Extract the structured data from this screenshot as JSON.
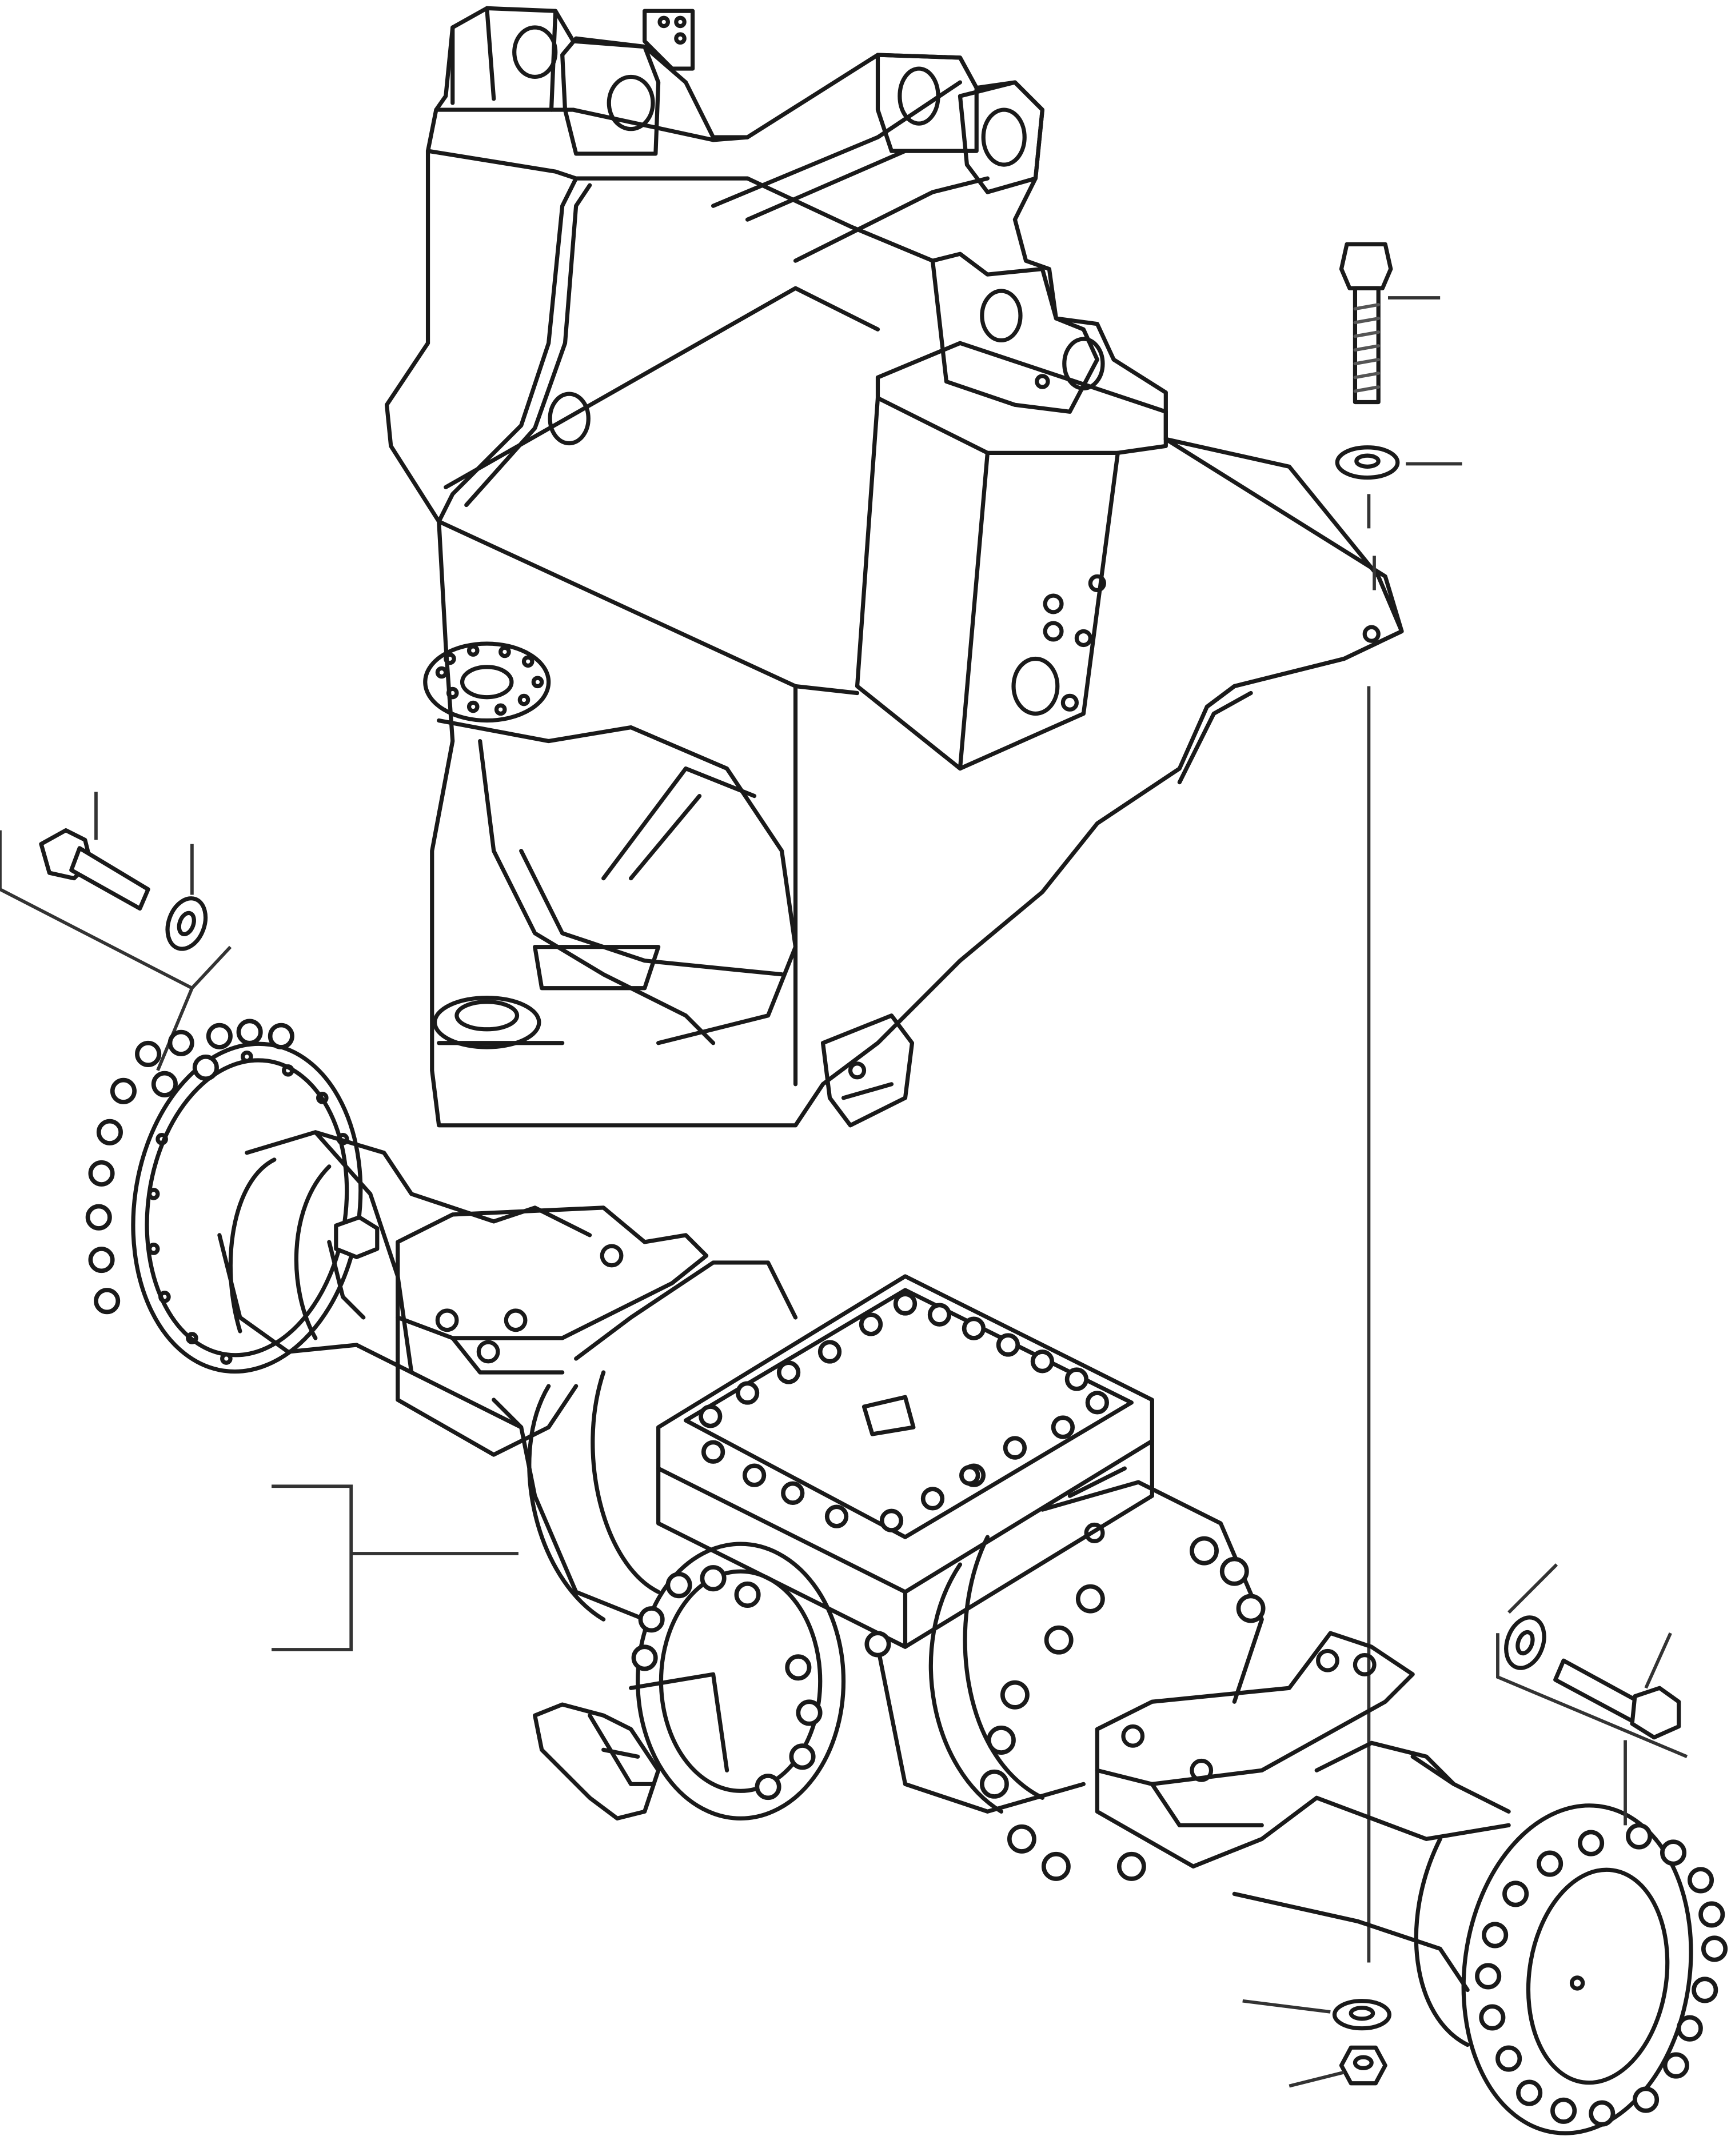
{
  "figure": {
    "type": "exploded-parts-diagram",
    "assemblies": [
      "front-chassis-frame",
      "axle-assembly"
    ],
    "hardware_groups": [
      {
        "id": "top-right",
        "parts": [
          "bolt",
          "washer"
        ]
      },
      {
        "id": "left",
        "parts": [
          "bolt",
          "washer"
        ]
      },
      {
        "id": "right",
        "parts": [
          "washer",
          "bolt"
        ]
      },
      {
        "id": "bottom-right",
        "parts": [
          "washer",
          "nut"
        ]
      }
    ],
    "callout_lines": 11,
    "colors": {
      "line": "#1a1a1a",
      "background": "#ffffff"
    }
  }
}
